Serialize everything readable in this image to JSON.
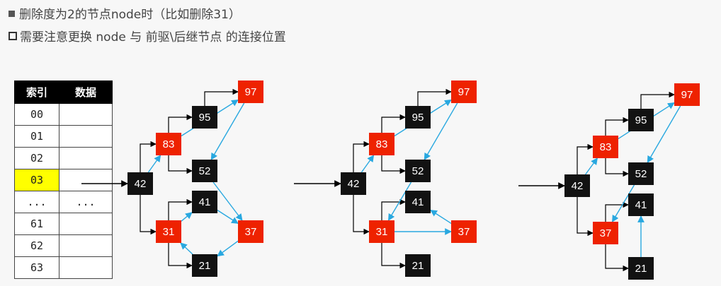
{
  "header": {
    "line1": "删除度为2的节点node时（比如删除31）",
    "line2": "需要注意更换 node 与 前驱\\后继节点 的连接位置"
  },
  "table": {
    "headers": [
      "索引",
      "数据"
    ],
    "rows": [
      {
        "index": "00",
        "value": "",
        "highlight": false
      },
      {
        "index": "01",
        "value": "",
        "highlight": false
      },
      {
        "index": "02",
        "value": "",
        "highlight": false
      },
      {
        "index": "03",
        "value": "",
        "highlight": true
      },
      {
        "index": "...",
        "value": "...",
        "highlight": false
      },
      {
        "index": "61",
        "value": "",
        "highlight": false
      },
      {
        "index": "62",
        "value": "",
        "highlight": false
      },
      {
        "index": "63",
        "value": "",
        "highlight": false
      }
    ],
    "highlight_color": "#ffff00"
  },
  "colors": {
    "red_node": "#ee2200",
    "black_node": "#121212",
    "tree_edge": "#000000",
    "list_edge": "#29a8e0"
  },
  "trees": [
    {
      "nodes": [
        {
          "id": "42",
          "label": "42",
          "color": "black"
        },
        {
          "id": "83",
          "label": "83",
          "color": "red"
        },
        {
          "id": "95",
          "label": "95",
          "color": "black"
        },
        {
          "id": "97",
          "label": "97",
          "color": "red"
        },
        {
          "id": "52",
          "label": "52",
          "color": "black"
        },
        {
          "id": "31",
          "label": "31",
          "color": "red"
        },
        {
          "id": "41",
          "label": "41",
          "color": "black"
        },
        {
          "id": "37",
          "label": "37",
          "color": "red"
        },
        {
          "id": "21",
          "label": "21",
          "color": "black"
        }
      ]
    },
    {
      "nodes": [
        {
          "id": "42",
          "label": "42",
          "color": "black"
        },
        {
          "id": "83",
          "label": "83",
          "color": "red"
        },
        {
          "id": "95",
          "label": "95",
          "color": "black"
        },
        {
          "id": "97",
          "label": "97",
          "color": "red"
        },
        {
          "id": "52",
          "label": "52",
          "color": "black"
        },
        {
          "id": "31",
          "label": "31",
          "color": "red"
        },
        {
          "id": "41",
          "label": "41",
          "color": "black"
        },
        {
          "id": "37",
          "label": "37",
          "color": "red"
        },
        {
          "id": "21",
          "label": "21",
          "color": "black"
        }
      ]
    },
    {
      "nodes": [
        {
          "id": "42",
          "label": "42",
          "color": "black"
        },
        {
          "id": "83",
          "label": "83",
          "color": "red"
        },
        {
          "id": "95",
          "label": "95",
          "color": "black"
        },
        {
          "id": "97",
          "label": "97",
          "color": "red"
        },
        {
          "id": "52",
          "label": "52",
          "color": "black"
        },
        {
          "id": "37",
          "label": "37",
          "color": "red"
        },
        {
          "id": "41",
          "label": "41",
          "color": "black"
        },
        {
          "id": "21",
          "label": "21",
          "color": "black"
        }
      ]
    }
  ]
}
